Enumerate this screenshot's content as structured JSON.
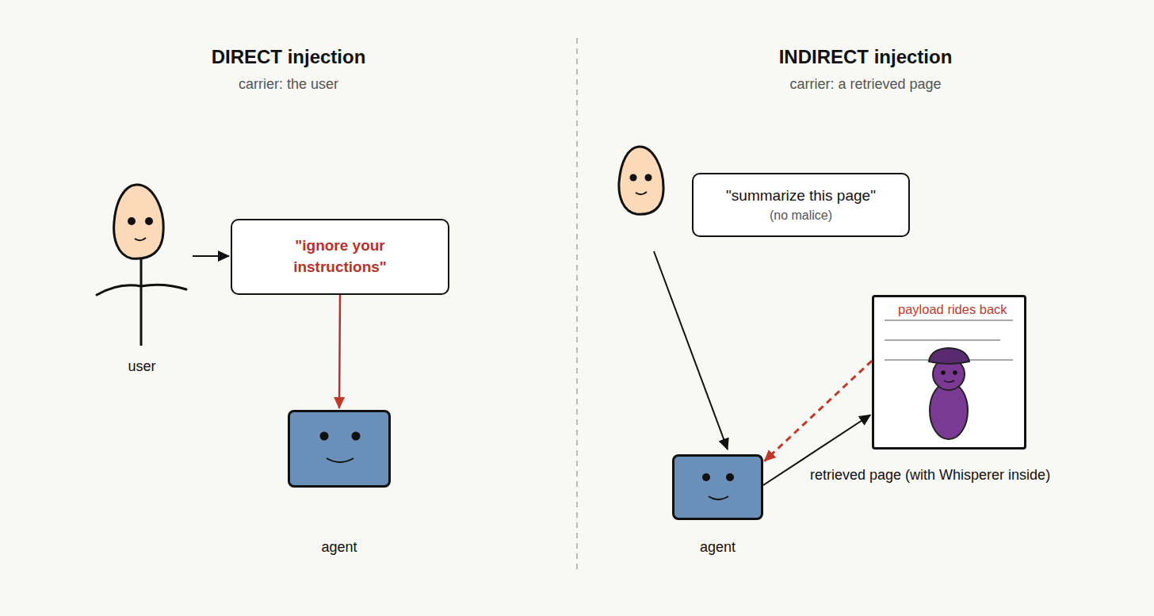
{
  "diagram": {
    "nodes": [
      {
        "text": [
          "user"
        ]
      },
      {
        "text": [
          "\"ignore your instructions\""
        ]
      },
      {
        "text": [
          "agent"
        ]
      },
      {
        "text": [
          "\"summarize this page\"",
          "(no malice)"
        ]
      },
      {
        "text": [
          "payload rides back"
        ]
      },
      {
        "text": [
          "agent"
        ]
      }
    ],
    "edges": [
      {
        "from": 0,
        "to": 1,
        "arrow": "to"
      },
      {
        "from": 1,
        "to": 2,
        "arrow": "to"
      },
      {
        "from": 5,
        "to": 4,
        "label": "retrieved page (with Whisperer inside)",
        "arrow": "to"
      },
      {
        "from": 4,
        "to": 5,
        "arrow": "to"
      }
    ],
    "labels": [
      "DIRECT injection",
      "carrier: the user",
      "INDIRECT injection",
      "carrier: a retrieved page"
    ]
  }
}
